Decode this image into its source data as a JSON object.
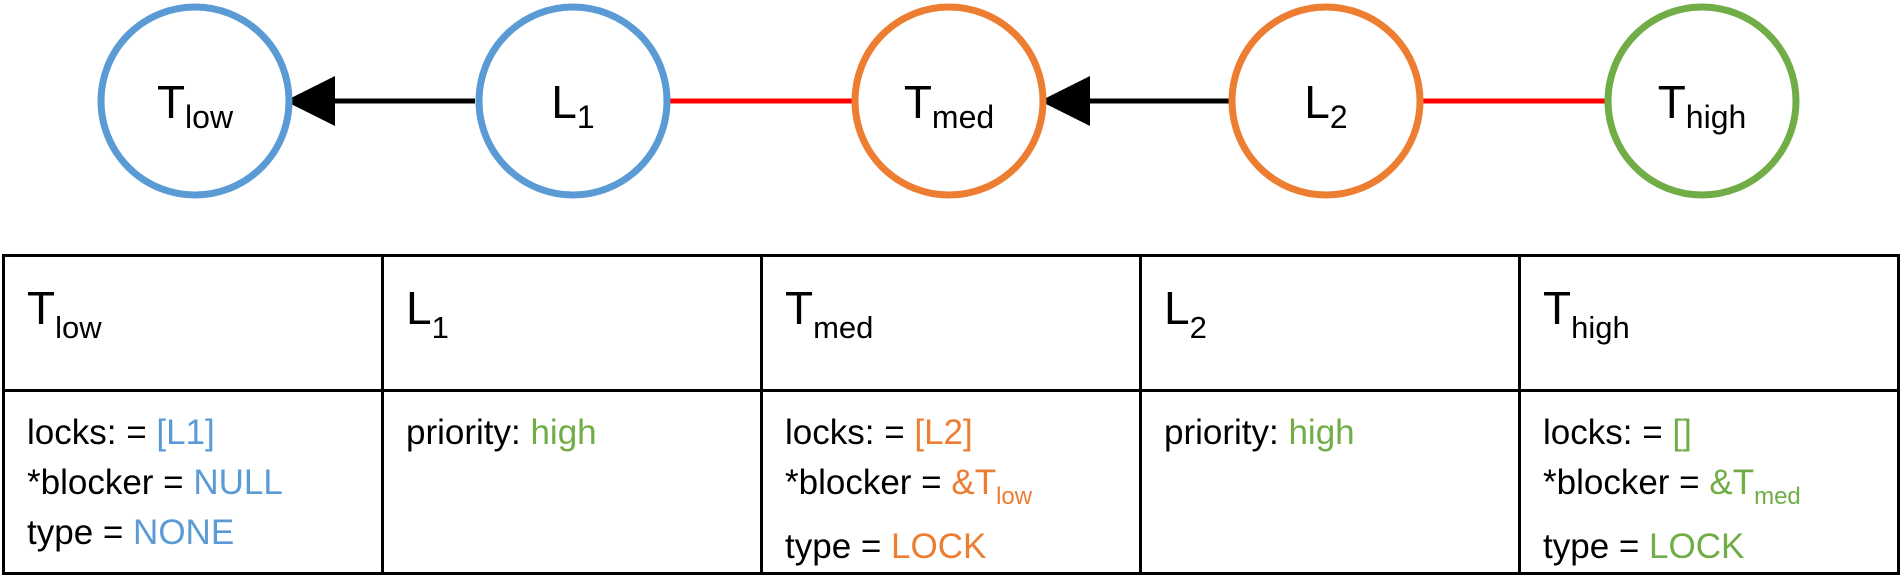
{
  "colors": {
    "blue": "#5b9bd5",
    "orange": "#ed7d31",
    "green": "#70ad47",
    "red_link": "#ff0000",
    "arrow": "#000000"
  },
  "nodes": [
    {
      "id": "t-low",
      "base": "T",
      "sub": "low",
      "color": "#5b9bd5"
    },
    {
      "id": "l1",
      "base": "L",
      "sub": "1",
      "color": "#5b9bd5"
    },
    {
      "id": "t-med",
      "base": "T",
      "sub": "med",
      "color": "#ed7d31"
    },
    {
      "id": "l2",
      "base": "L",
      "sub": "2",
      "color": "#ed7d31"
    },
    {
      "id": "t-high",
      "base": "T",
      "sub": "high",
      "color": "#70ad47"
    }
  ],
  "edges": [
    {
      "from": "l1",
      "to": "t-low",
      "style": "arrow",
      "color": "#000000"
    },
    {
      "from": "l1",
      "to": "t-med",
      "style": "line",
      "color": "#ff0000"
    },
    {
      "from": "l2",
      "to": "t-med",
      "style": "arrow",
      "color": "#000000"
    },
    {
      "from": "l2",
      "to": "t-high",
      "style": "line",
      "color": "#ff0000"
    }
  ],
  "table": {
    "headers": [
      {
        "base": "T",
        "sub": "low"
      },
      {
        "base": "L",
        "sub": "1"
      },
      {
        "base": "T",
        "sub": "med"
      },
      {
        "base": "L",
        "sub": "2"
      },
      {
        "base": "T",
        "sub": "high"
      }
    ],
    "t_low": {
      "locks_label": "locks: = ",
      "locks_value": "[L1]",
      "blocker_label": "*blocker = ",
      "blocker_value": "NULL",
      "type_label": "type = ",
      "type_value": "NONE"
    },
    "l1": {
      "priority_label": "priority: ",
      "priority_value": "high"
    },
    "t_med": {
      "locks_label": "locks: = ",
      "locks_value": "[L2]",
      "blocker_label": "*blocker = ",
      "blocker_value_base": "&T",
      "blocker_value_sub": "low",
      "type_label": "type = ",
      "type_value": "LOCK"
    },
    "l2": {
      "priority_label": "priority: ",
      "priority_value": "high"
    },
    "t_high": {
      "locks_label": "locks: = ",
      "locks_value": "[]",
      "blocker_label": "*blocker = ",
      "blocker_value_base": "&T",
      "blocker_value_sub": "med",
      "type_label": "type = ",
      "type_value": "LOCK"
    }
  }
}
